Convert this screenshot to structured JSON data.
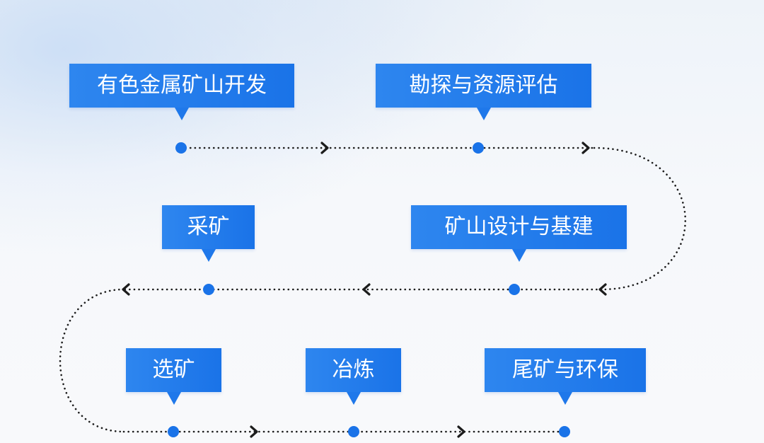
{
  "steps": [
    {
      "id": "step-1",
      "label": "有色金属矿山开发"
    },
    {
      "id": "step-2",
      "label": "勘探与资源评估"
    },
    {
      "id": "step-3",
      "label": "矿山设计与基建"
    },
    {
      "id": "step-4",
      "label": "采矿"
    },
    {
      "id": "step-5",
      "label": "选矿"
    },
    {
      "id": "step-6",
      "label": "冶炼"
    },
    {
      "id": "step-7",
      "label": "尾矿与环保"
    }
  ],
  "colors": {
    "accent": "#1a73e8",
    "connector": "#1c1c1c",
    "label_text": "#ffffff"
  }
}
